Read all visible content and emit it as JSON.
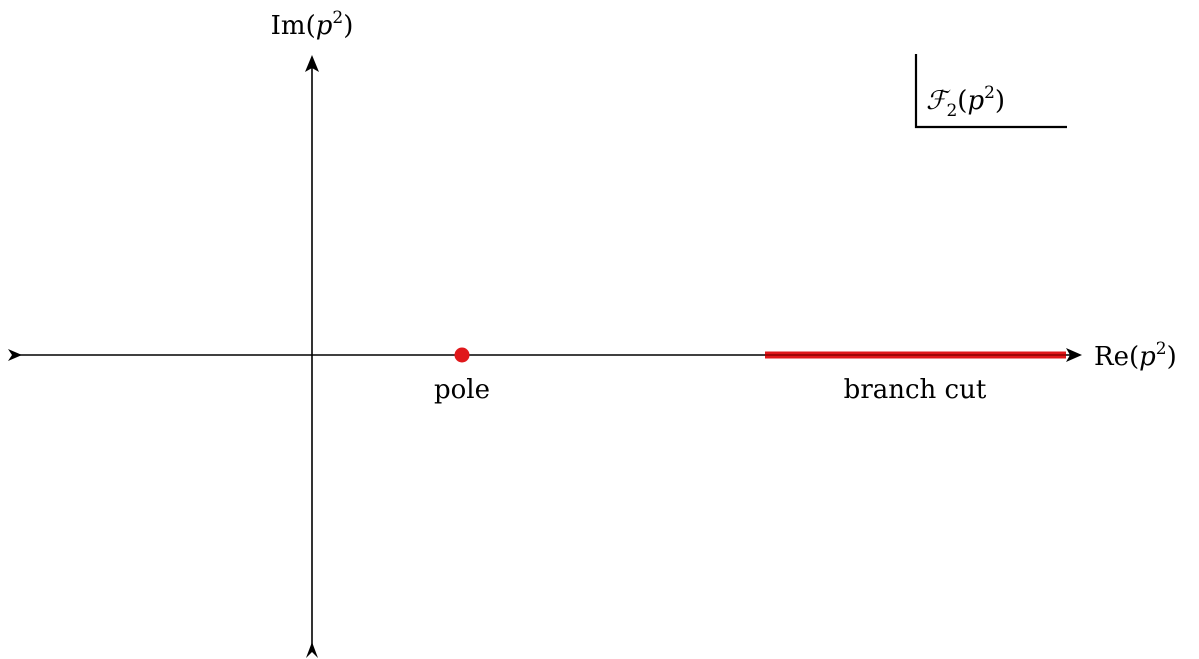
{
  "axes": {
    "vertical_label": {
      "prefix": "Im(",
      "var": "p",
      "sup": "2",
      "suffix": ")"
    },
    "horizontal_label": {
      "prefix": "Re(",
      "var": "p",
      "sup": "2",
      "suffix": ")"
    }
  },
  "function_box": {
    "func": "ℱ",
    "sub": "2",
    "open": "(",
    "var": "p",
    "sup": "2",
    "close": ")"
  },
  "annotations": {
    "pole": "pole",
    "branch_cut": "branch cut"
  },
  "colors": {
    "axis": "#000000",
    "pole": "#e0181b",
    "branch_cut": "#e0181b",
    "branch_cut_core": "#8b0000"
  }
}
